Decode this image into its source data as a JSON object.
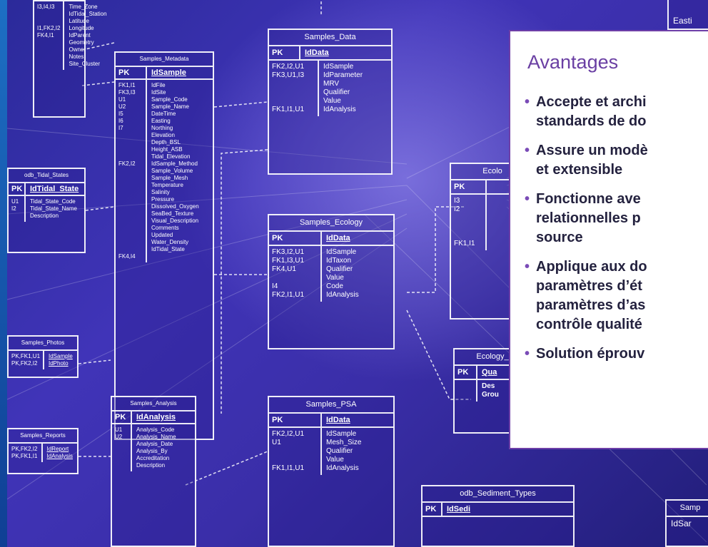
{
  "panel": {
    "title": "Avantages",
    "items": [
      {
        "lines": [
          "Accepte et archi",
          "standards de do"
        ]
      },
      {
        "lines": [
          "Assure un modè",
          "et extensible"
        ]
      },
      {
        "lines": [
          "Fonctionne ave",
          "relationnelles p",
          "source"
        ]
      },
      {
        "lines": [
          "Applique aux do",
          "paramètres d’ét",
          "paramètres d’as",
          "contrôle qualité"
        ]
      },
      {
        "lines": [
          "Solution éprouv"
        ]
      }
    ]
  },
  "tables": {
    "samples_data": {
      "title": "Samples_Data",
      "pk": "PK",
      "pk_field": "IdData",
      "keys": "FK2,I2,U1\nFK3,U1,I3\n\n\n\nFK1,I1,U1",
      "fields": "IdSample\nIdParameter\nMRV\nQualifier\nValue\nIdAnalysis"
    },
    "samples_metadata": {
      "title": "Samples_Metadata",
      "pk": "PK",
      "pk_field": "IdSample",
      "keys": "FK1,I1\nFK3,I3\nU1\nU2\nI5\nI6\nI7\n\n\n\n\nFK2,I2\n\n\n\n\n\n\n\n\n\n\n\n\nFK4,I4",
      "fields": "IdFile\nIdSite\nSample_Code\nSample_Name\nDateTime\nEasting\nNorthing\nElevation\nDepth_BSL\nHeight_ASB\nTidal_Elevation\nIdSample_Method\nSample_Volume\nSample_Mesh\nTemperature\nSalinity\nPressure\nDissolved_Oxygen\nSeaBed_Texture\nVisual_Description\nComments\nUpdated\nWater_Density\nIdTidal_State"
    },
    "samples_ecology": {
      "title": "Samples_Ecology",
      "pk": "PK",
      "pk_field": "IdData",
      "keys": "FK3,I2,U1\nFK1,I3,U1\nFK4,U1\n\nI4\nFK2,I1,U1",
      "fields": "IdSample\nIdTaxon\nQualifier\nValue\nCode\nIdAnalysis"
    },
    "samples_psa": {
      "title": "Samples_PSA",
      "pk": "PK",
      "pk_field": "IdData",
      "keys": "FK2,I2,U1\nU1\n\n\nFK1,I1,U1",
      "fields": "IdSample\nMesh_Size\nQualifier\nValue\nIdAnalysis"
    },
    "samples_analysis": {
      "title": "Samples_Analysis",
      "pk": "PK",
      "pk_field": "IdAnalysis",
      "keys": "U1\nU2",
      "fields": "Analysis_Code\nAnalysis_Name\nAnalysis_Date\nAnalysis_By\nAccreditation\nDescription"
    },
    "odb_tidal_states": {
      "title": "odb_Tidal_States",
      "pk": "PK",
      "pk_field": "IdTidal_State",
      "keys": "U1\nI2",
      "fields": "Tidal_State_Code\nTidal_State_Name\nDescription"
    },
    "samples_photos": {
      "title": "Samples_Photos",
      "keys": "PK,FK1,U1\nPK,FK2,I2",
      "fields": "IdSample\nIdPhoto"
    },
    "samples_reports": {
      "title": "Samples_Reports",
      "keys": "PK,FK2,I2\nPK,FK1,I1",
      "fields": "IdReport\nIdAnalysis"
    },
    "sites_partial": {
      "keys": "I3,I4,I3\n\n\nI1,FK2,I2\nFK4,I1",
      "fields": "Time_Zone\nIdTidal_Station\nLatitude\nLongitude\nIdParent\nGeometry\nOwner\nNotes\nSite_Cluster"
    },
    "ecology_partial": {
      "title": "Ecolo",
      "pk": "PK",
      "keys": "I3\nI2\n\n\n\nFK1,I1"
    },
    "ecology_types_partial": {
      "title": "Ecology_",
      "pk": "PK",
      "pk_field": "Qua",
      "fields": "Des\nGrou"
    },
    "odb_sediment_types": {
      "title": "odb_Sediment_Types",
      "pk": "PK",
      "pk_field": "IdSedi"
    },
    "samp_partial": {
      "title": "Samp",
      "fields": "IdSar"
    },
    "top_right_partial": {
      "fields": "Easti"
    }
  }
}
